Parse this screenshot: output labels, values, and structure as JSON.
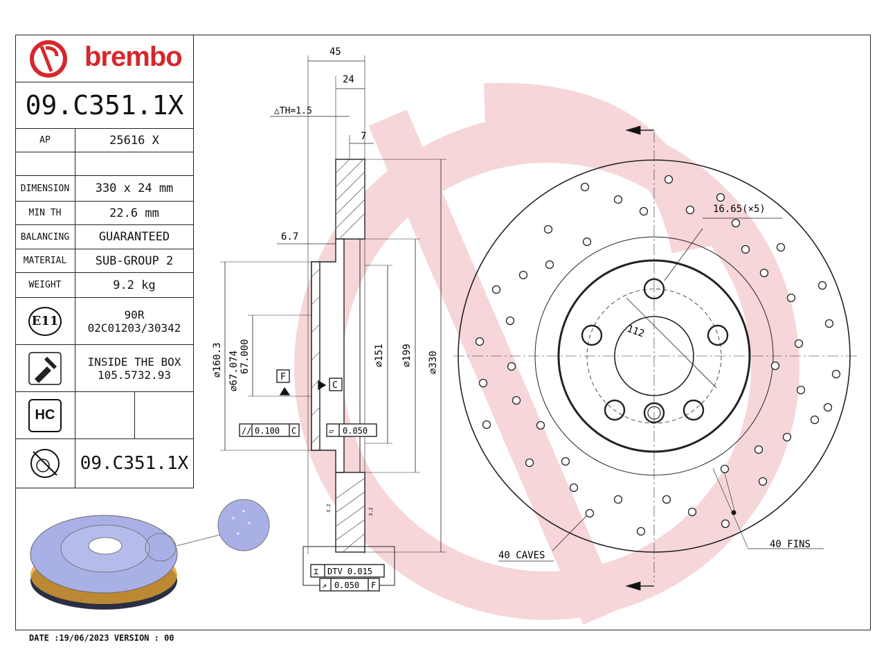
{
  "brand": "brembo",
  "colors": {
    "brand_red": "#d7262c",
    "watermark": "#f2c9cb",
    "disc_blue": "#a9b0e6"
  },
  "part_number": "09.C351.1X",
  "specs": [
    {
      "label": "AP",
      "value": "25616 X"
    },
    {
      "label": "",
      "value": ""
    },
    {
      "label": "DIMENSION",
      "value": "330 x 24 mm"
    },
    {
      "label": "MIN TH",
      "value": "22.6 mm"
    },
    {
      "label": "BALANCING",
      "value": "GUARANTEED"
    },
    {
      "label": "MATERIAL",
      "value": "SUB-GROUP 2"
    },
    {
      "label": "WEIGHT",
      "value": "9.2 kg"
    }
  ],
  "homologation": {
    "icon_label": "E11",
    "line1": "90R",
    "line2": "02C01203/30342"
  },
  "inside_box": {
    "line1": "INSIDE THE BOX",
    "line2": "105.5732.93"
  },
  "hc_label": "HC",
  "part_number_bottom": "09.C351.1X",
  "footer": "DATE :19/06/2023 VERSION : 00",
  "section_dims": {
    "d45": "45",
    "d24": "24",
    "th": "△TH=1.5",
    "d7": "7",
    "d67": "6.7",
    "dia160": "⌀160.3",
    "dia67a": "⌀67.074",
    "dia67b": "67.000",
    "dia151": "⌀151",
    "dia199": "⌀199",
    "dia330": "⌀330",
    "datum_f": "F",
    "datum_c": "C",
    "tol_par": "0.100",
    "tol_par_ref": "C",
    "tol_flat": "0.050",
    "dtv": "DTV 0.015",
    "runout": "0.050",
    "runout_ref": "F",
    "rough1": "3.2",
    "rough2": "3.2"
  },
  "front_dims": {
    "holes": "16.65(×5)",
    "pcd": "112",
    "caves": "40 CAVES",
    "fins": "40 FINS"
  }
}
